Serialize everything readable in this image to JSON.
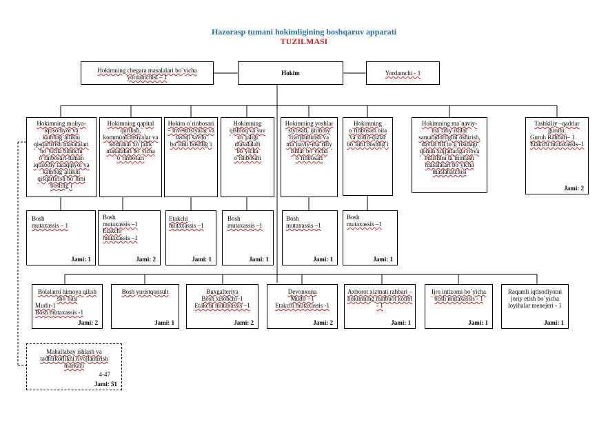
{
  "title": {
    "line1": "Hazorasp tumani hokimligining boshqaruv apparati",
    "line2": "TUZILMASI"
  },
  "top": {
    "left": "Hokimning chegara masalalari bo`yicha yordamchisi – 1",
    "center": "Hokim",
    "right": "Yordamchi - 1"
  },
  "deputies": [
    "Hokimning moliya-iqtisodiyot va kambag`allikni qisqartirish masalalari bo`yicha birinchi o`rinbosari-tuman iqtisodiy taraqqiyot va kambag`allikni qisqartirish bo`limi boshlig`i",
    "Hokimning qapital qurilish, kommunicatsiyalar va komunal xo`jalik masalalari bo`yicha o`rinbosari",
    "Hokim o`rinbosari – investitsiyalar va tashqi savdo bo`limi boshlig`i",
    "Hokimning qishloq va suv xo`jaligi masalalari bo`yicha o`rinbosari",
    "Hokimning yoshlar siyosati, ijtimoiy rivojlantirish va ma`naviy-ma`rifiy ishlar bo`yicha o`rinbosari",
    "Hokimning o`rinbosari oila va xotin-qizlar bo`limi boshlig`i",
    "Hokimning ma`naviy-ma`rifiy ishlar samaradorligini oshirish, davlat tili to`g`risidagi qonun xujjatlariga rioya etilishini ta`minlash masalalari bo`yicha maslahatchisi"
  ],
  "tashkiliy": {
    "title": "Tashkiliy –qadrlar guruhi:",
    "line1": "Guruh Rahbari– 1",
    "line2": "Etakchi mutaxassis–1",
    "jami": "Jami: 2"
  },
  "staff": [
    {
      "lines": [
        "Bosh",
        "mutaxassis – 1"
      ],
      "jami": "Jami: 1"
    },
    {
      "lines": [
        "Bosh",
        "mutaxassis –1",
        "Etakchi",
        "mutaxassis –1"
      ],
      "jami": "Jami: 2"
    },
    {
      "lines": [
        "Etakchi",
        "mutaxassis –1"
      ],
      "jami": "Jami: 1"
    },
    {
      "lines": [
        "Bosh",
        "mutaxassis –1"
      ],
      "jami": "Jami: 1"
    },
    {
      "lines": [
        "Bosh",
        "mutaxassis –1"
      ],
      "jami": "Jami: 1"
    },
    {
      "lines": [
        "Bosh",
        "mutaxassis –1"
      ],
      "jami": "Jami: 1"
    }
  ],
  "departments": [
    {
      "lines": [
        "Bolalarni himoya qilish sho`basi",
        "Mudir-1",
        "Bosh mutaxassis -1"
      ],
      "jami": "Jami: 2"
    },
    {
      "lines": [
        "Bosh yuristqonsult"
      ],
      "jami": "Jami: 1"
    },
    {
      "lines": [
        "Buxgalteriya",
        "Bosh xisobchi–1",
        "Etakchi mutaxassis –1"
      ],
      "jami": "Jami: 2"
    },
    {
      "lines": [
        "Devonxona",
        "Mudir –1",
        "Etakchi mutaxassis -1"
      ],
      "jami": "Jami: 2"
    },
    {
      "lines": [
        "Axborot xizmati rahbari – hokimning matbuot kotibi - 1"
      ],
      "jami": "Jami: 1"
    },
    {
      "lines": [
        "Ijro intizomi bo`yicha bosh mutaxassis - 1"
      ],
      "jami": "Jami: 1"
    },
    {
      "lines": [
        "Raqamli iqtisodiyotni joriy etish bo`yicha loyihalar menejeri - 1"
      ],
      "jami": "Jami: 1"
    }
  ],
  "mahalla": {
    "title": "Mahallabay ishlash va tadbirkorlikni rivojlantirish markazi",
    "code": "4-47",
    "jami": "Jami: 51"
  }
}
